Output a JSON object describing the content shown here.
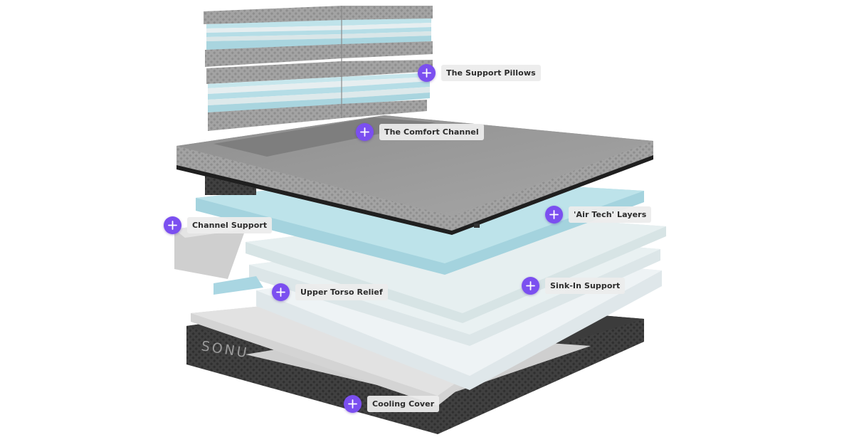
{
  "brand": {
    "logo": "SONU"
  },
  "hotspots": [
    {
      "label": "The Support Pillows"
    },
    {
      "label": "The Comfort Channel"
    },
    {
      "label": "'Air Tech' Layers"
    },
    {
      "label": "Channel Support"
    },
    {
      "label": "Sink-In Support"
    },
    {
      "label": "Upper Torso Relief"
    },
    {
      "label": "Cooling Cover"
    }
  ],
  "colors": {
    "accent": "#7b4ff0",
    "label_bg": "#ececec",
    "cover_gray": "#9a9a9a",
    "base_dark": "#3a3a3a",
    "foam_blue": "#b9e2ea"
  },
  "icons": {
    "hotspot": "plus-icon"
  }
}
